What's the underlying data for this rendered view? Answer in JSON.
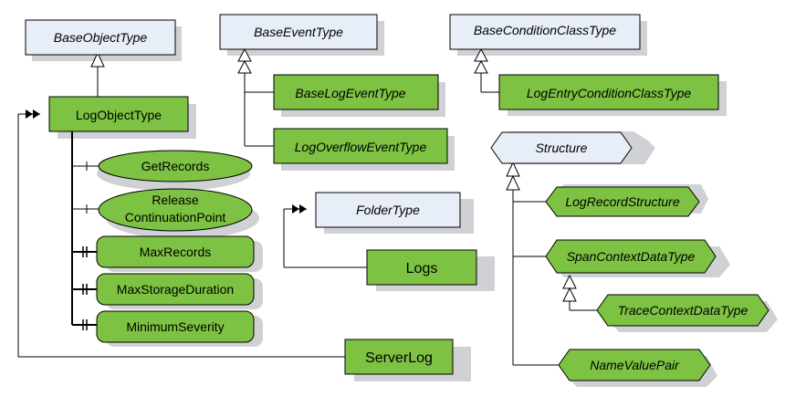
{
  "abstract_types": {
    "base_object_type": "BaseObjectType",
    "base_event_type": "BaseEventType",
    "base_condition_class_type": "BaseConditionClassType",
    "folder_type": "FolderType",
    "structure": "Structure"
  },
  "object_types": {
    "log_object_type": "LogObjectType"
  },
  "event_types": {
    "base_log_event_type": "BaseLogEventType",
    "log_overflow_event_type": "LogOverflowEventType",
    "log_entry_condition_class_type": "LogEntryConditionClassType"
  },
  "methods": {
    "get_records": "GetRecords",
    "release_line1": "Release",
    "release_line2": "ContinuationPoint"
  },
  "properties": {
    "max_records": "MaxRecords",
    "max_storage_duration": "MaxStorageDuration",
    "minimum_severity": "MinimumSeverity"
  },
  "objects": {
    "logs": "Logs",
    "server_log": "ServerLog"
  },
  "data_types": {
    "log_record_structure": "LogRecordStructure",
    "span_context_data_type": "SpanContextDataType",
    "trace_context_data_type": "TraceContextDataType",
    "name_value_pair": "NameValuePair"
  },
  "colors": {
    "green_fill": "#7dc242",
    "abstract_fill": "#e8eef8",
    "shadow": "#cfd1d4",
    "line": "#000000"
  }
}
